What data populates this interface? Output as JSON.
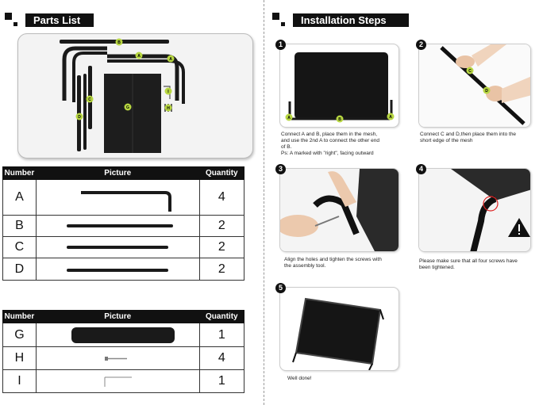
{
  "parts_list": {
    "title": "Parts List",
    "overview_markers": [
      "B",
      "A",
      "A",
      "C",
      "D",
      "G",
      "I",
      "H"
    ]
  },
  "table1": {
    "headers": [
      "Number",
      "Picture",
      "Quantity"
    ],
    "rows": [
      {
        "number": "A",
        "quantity": "4"
      },
      {
        "number": "B",
        "quantity": "2"
      },
      {
        "number": "C",
        "quantity": "2"
      },
      {
        "number": "D",
        "quantity": "2"
      }
    ]
  },
  "table2": {
    "headers": [
      "Number",
      "Picture",
      "Quantity"
    ],
    "rows": [
      {
        "number": "G",
        "quantity": "1"
      },
      {
        "number": "H",
        "quantity": "4"
      },
      {
        "number": "I",
        "quantity": "1"
      }
    ]
  },
  "installation": {
    "title": "Installation Steps",
    "steps": [
      {
        "num": "1",
        "caption_lines": [
          "Connect A and B, place them in the mesh,",
          "and use the 2nd A to connect the other end",
          "of B.",
          "Ps: A marked with \"right\", facing outward"
        ],
        "markers": [
          "A",
          "B",
          "A"
        ]
      },
      {
        "num": "2",
        "caption_lines": [
          "Connect C and D,then place them into the",
          "short edge of the mesh"
        ],
        "markers": [
          "C",
          "D"
        ]
      },
      {
        "num": "3",
        "caption_lines": [
          "Align the holes and tighten the screws with",
          "the assembly tool."
        ]
      },
      {
        "num": "4",
        "caption_lines": [
          "Please make sure that all four screws have",
          "been tightened."
        ]
      },
      {
        "num": "5",
        "caption_lines": [
          "Well done!"
        ]
      }
    ]
  },
  "colors": {
    "accent_marker": "#b7d641",
    "header_bg": "#111111"
  }
}
